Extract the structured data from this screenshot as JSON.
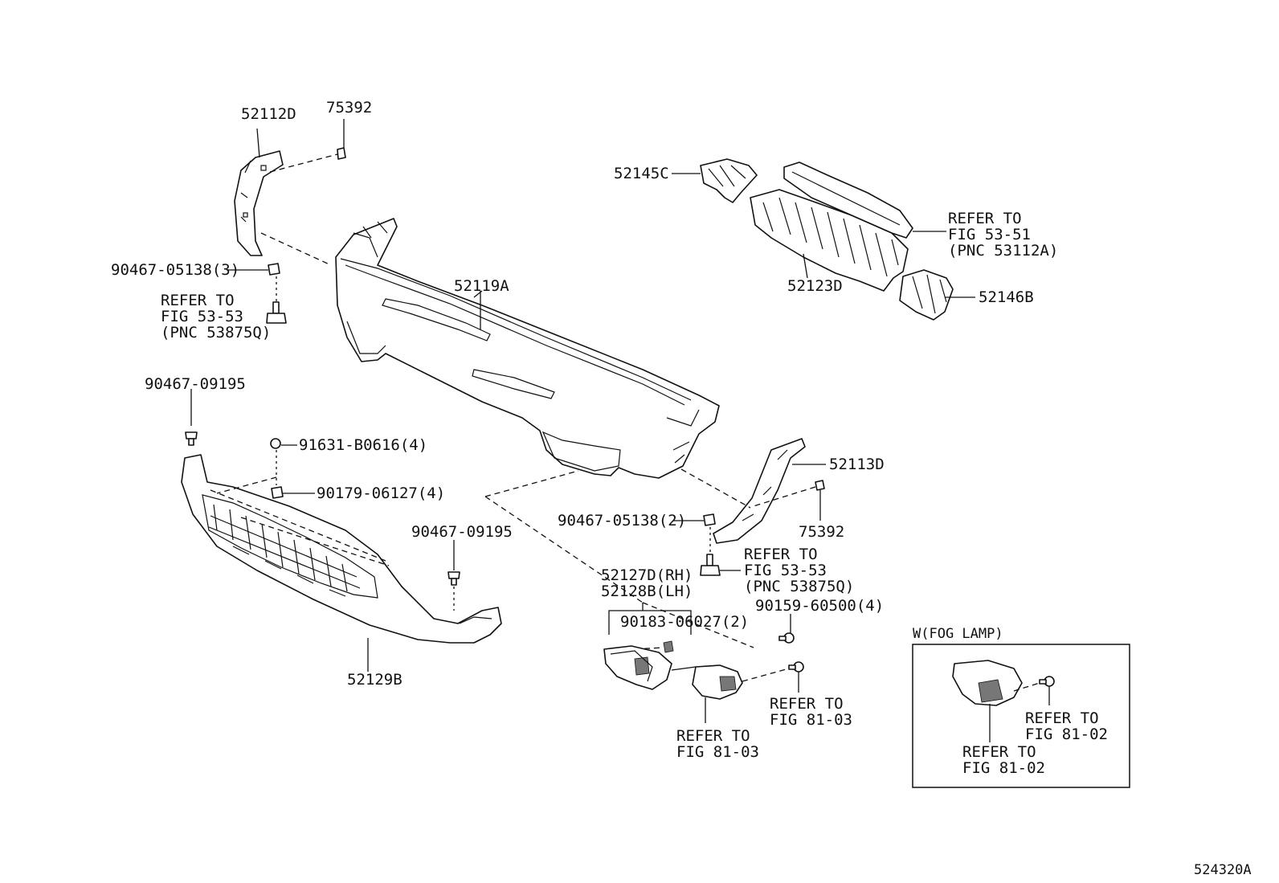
{
  "diagram_id": "524320A",
  "labels": {
    "p52112D": "52112D",
    "p75392_top": "75392",
    "p52145C": "52145C",
    "refer_5351": [
      "REFER TO",
      "FIG 53-51",
      "(PNC 53112A)"
    ],
    "p52123D": "52123D",
    "p52146B": "52146B",
    "p90467_05138_3": "90467-05138(3)",
    "refer_5353_left": [
      "REFER TO",
      "FIG 53-53",
      "(PNC 53875Q)"
    ],
    "p52119A": "52119A",
    "p90467_09195_top": "90467-09195",
    "p91631_B0616": "91631-B0616(4)",
    "p90179_06127": "90179-06127(4)",
    "p90467_09195_right": "90467-09195",
    "p52129B": "52129B",
    "p52113D": "52113D",
    "p75392_right": "75392",
    "p90467_05138_2": "90467-05138(2)",
    "refer_5353_right": [
      "REFER TO",
      "FIG 53-53",
      "(PNC 53875Q)"
    ],
    "p52127D": "52127D(RH)",
    "p52128B": "52128B(LH)",
    "p90159_60500": "90159-60500(4)",
    "p90183_06027": "90183-06027(2)",
    "refer_8103_right": [
      "REFER TO",
      "FIG 81-03"
    ],
    "refer_8103_left": [
      "REFER TO",
      "FIG 81-03"
    ],
    "inset_title": "W(FOG LAMP)",
    "refer_8102_a": [
      "REFER TO",
      "FIG 81-02"
    ],
    "refer_8102_b": [
      "REFER TO",
      "FIG 81-02"
    ]
  }
}
